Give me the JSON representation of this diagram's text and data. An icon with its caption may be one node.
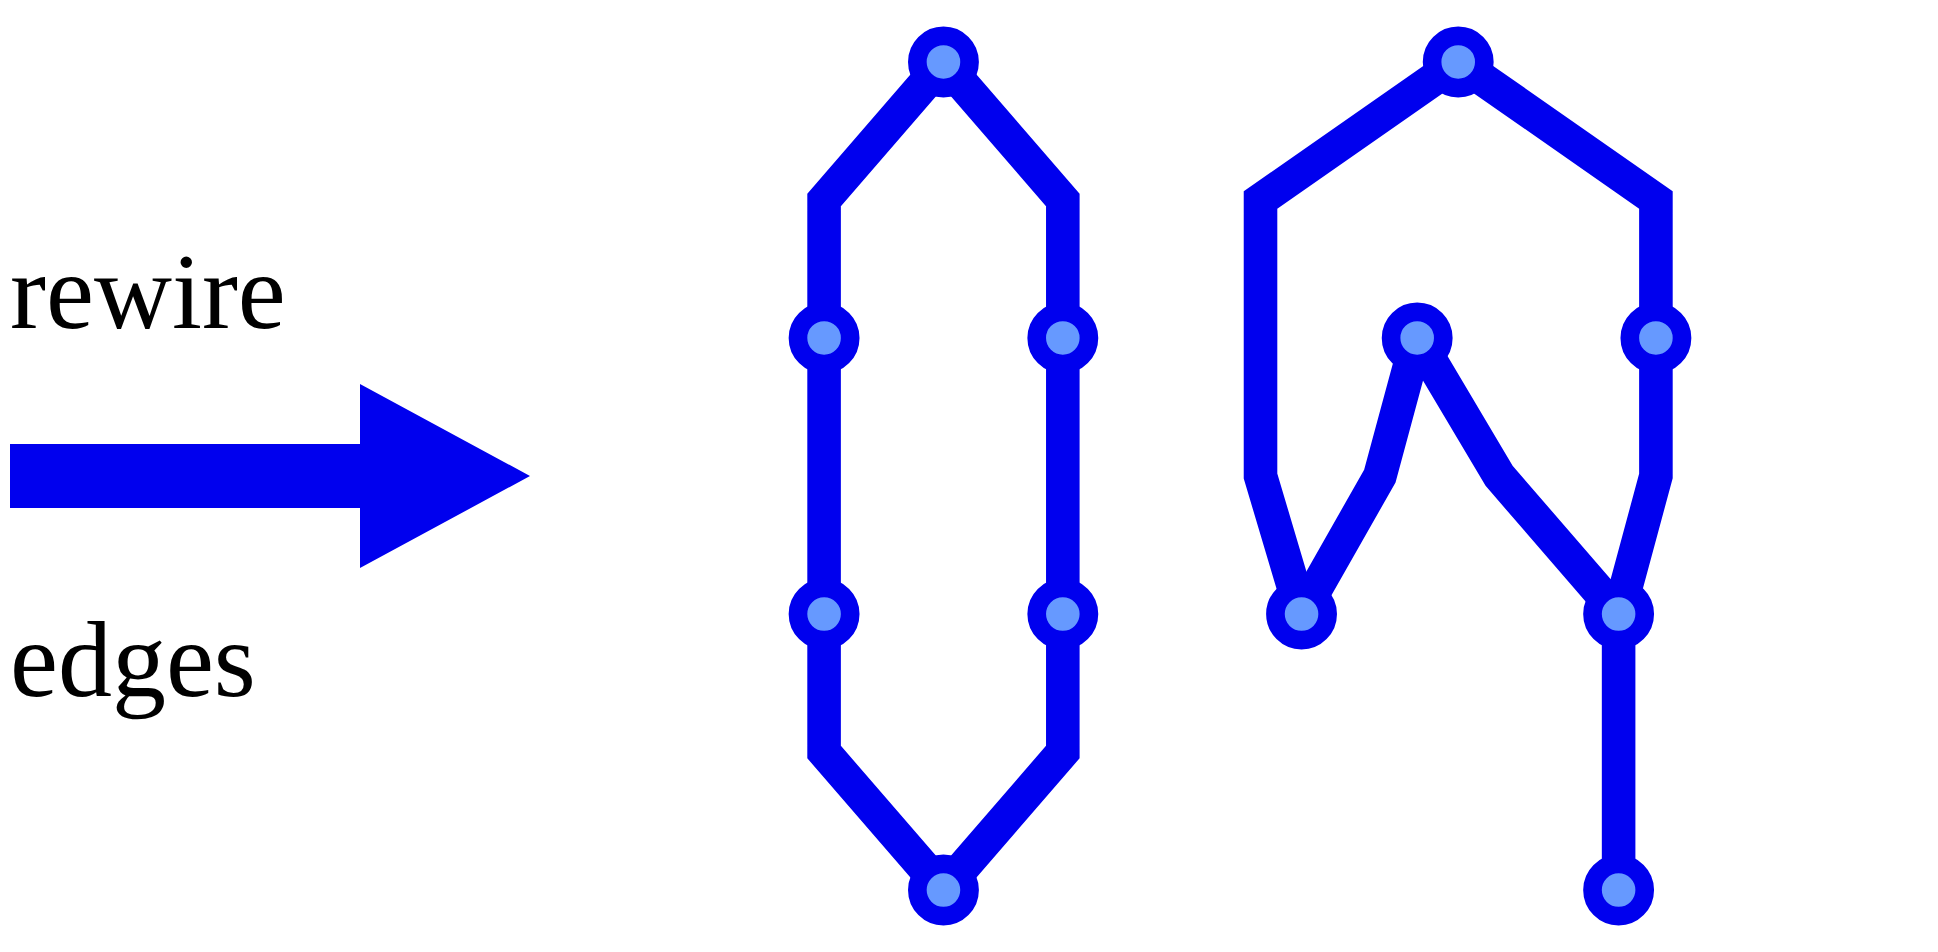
{
  "diagram": {
    "nodes": [
      {
        "text": [],
        "shape": "circle"
      },
      {
        "text": [],
        "shape": "circle"
      },
      {
        "text": [],
        "shape": "circle"
      },
      {
        "text": [],
        "shape": "circle"
      },
      {
        "text": [],
        "shape": "circle"
      },
      {
        "text": [],
        "shape": "circle"
      },
      {
        "text": [],
        "shape": "circle"
      },
      {
        "text": [],
        "shape": "circle"
      },
      {
        "text": [],
        "shape": "circle"
      },
      {
        "text": [],
        "shape": "circle"
      },
      {
        "text": [],
        "shape": "circle"
      },
      {
        "text": [],
        "shape": "circle"
      }
    ],
    "edges": [
      {
        "from": 0,
        "to": 1,
        "arrow": "none"
      },
      {
        "from": 0,
        "to": 2,
        "arrow": "none"
      },
      {
        "from": 1,
        "to": 3,
        "arrow": "none"
      },
      {
        "from": 2,
        "to": 4,
        "arrow": "none"
      },
      {
        "from": 3,
        "to": 5,
        "arrow": "none"
      },
      {
        "from": 4,
        "to": 5,
        "arrow": "none"
      },
      {
        "from": 6,
        "to": 9,
        "arrow": "none"
      },
      {
        "from": 6,
        "to": 8,
        "arrow": "none"
      },
      {
        "from": 7,
        "to": 9,
        "arrow": "none"
      },
      {
        "from": 7,
        "to": 10,
        "arrow": "none"
      },
      {
        "from": 8,
        "to": 10,
        "arrow": "none"
      },
      {
        "from": 10,
        "to": 11,
        "arrow": "none"
      }
    ],
    "labels": [
      "rewire",
      "edges"
    ]
  }
}
